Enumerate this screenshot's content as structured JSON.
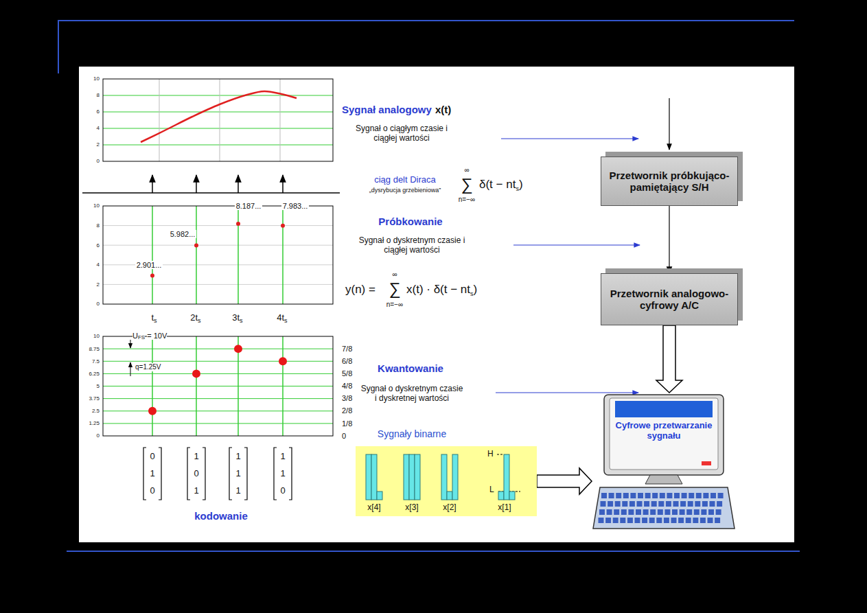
{
  "diagram": {
    "nodes": [
      {
        "text": [
          "Przetwornik próbkująco-pamiętający S/H"
        ]
      },
      {
        "text": [
          "Przetwornik analogowo-cyfrowy A/C"
        ]
      },
      {
        "text": [
          "Sygnały binarne",
          "H",
          "L",
          "x[4]",
          "x[3]",
          "x[2]",
          "x[1]"
        ]
      },
      {
        "text": [
          "Cyfrowe przetwarzanie sygnału"
        ]
      }
    ],
    "edges": [
      {
        "from": 0,
        "to": 1,
        "arrow": "to"
      },
      {
        "from": 1,
        "to": 3,
        "arrow": "to"
      },
      {
        "from": 2,
        "to": 3,
        "arrow": "to"
      }
    ],
    "labels": [
      "10",
      "8",
      "6",
      "4",
      "2",
      "0",
      "10",
      "8",
      "6",
      "4",
      "2",
      "0",
      "2.901...",
      "5.982...",
      "8.187...",
      "7.983...",
      "t",
      "s",
      "2t",
      "s",
      "3t",
      "s",
      "4t",
      "s",
      "10",
      "8.75",
      "7.5",
      "6.25",
      "5",
      "3.75",
      "2.5",
      "1.25",
      "0",
      "7/8",
      "6/8",
      "5/8",
      "4/8",
      "3/8",
      "2/8",
      "1/8",
      "0",
      "U",
      "FS",
      "= 10V",
      "q=1.25V",
      "0",
      "1",
      "0",
      "1",
      "0",
      "1",
      "1",
      "1",
      "1",
      "1",
      "1",
      "0",
      "kodowanie",
      "Sygnał analogowy",
      "x(t)",
      "Sygnał o ciągłym czasie i ciągłej wartości",
      "ciąg delt Diraca",
      "„dysrybucja grzebieniowa”",
      "∞",
      "∑",
      "n=−∞",
      "δ(t − nt",
      "s",
      ")",
      "Próbkowanie",
      "Sygnał o dyskretnym czasie i ciągłej wartości",
      "y(n) =",
      "∞",
      "∑",
      "n=−∞",
      "x(t) · δ(t − nt",
      "s",
      ")",
      "Kwantowanie",
      "Sygnał o dyskretnym czasie i dyskretnej wartości"
    ]
  }
}
